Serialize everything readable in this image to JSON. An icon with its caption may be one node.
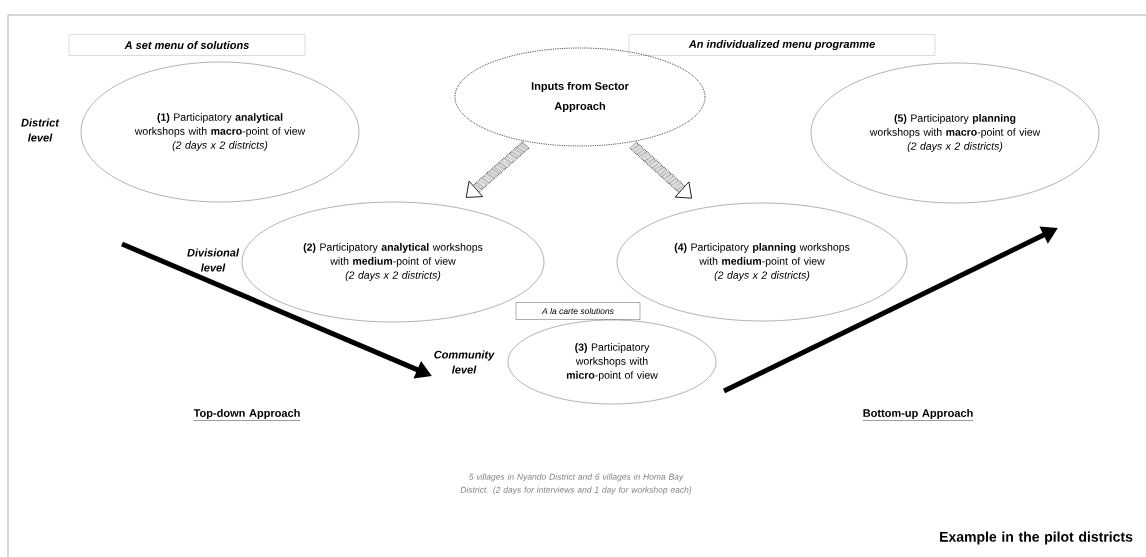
{
  "diagram": {
    "nodes": [
      {
        "text": [
          "A set menu of solutions"
        ]
      },
      {
        "text": [
          "An individualized menu programme"
        ]
      },
      {
        "text": [
          "Inputs from Sector Approach"
        ]
      },
      {
        "text": [
          "**(1)** Participatory **analytical** workshops with **macro**-point of view",
          "(2 days x 2 districts)"
        ]
      },
      {
        "text": [
          "**(5)** Participatory **planning** workshops with **macro**-point of view",
          "(2 days x 2 districts)"
        ]
      },
      {
        "text": [
          "**(2)** Participatory **analytical** workshops with **medium**-point of view",
          "(2 days x 2 districts)"
        ]
      },
      {
        "text": [
          "**(4)** Participatory **planning** workshops with **medium**-point of view",
          "(2 days x 2 districts)"
        ]
      },
      {
        "text": [
          "A la carte solutions"
        ]
      },
      {
        "text": [
          "**(3)** Participatory workshops with **micro**-point of view"
        ]
      }
    ],
    "edges": [
      {
        "from": 2,
        "to": 5,
        "arrow": "to",
        "style": "dashed"
      },
      {
        "from": 2,
        "to": 6,
        "arrow": "to",
        "style": "dashed"
      }
    ],
    "labels": [
      "District level",
      "Divisional level",
      "Community level",
      "Top-down Approach",
      "Bottom-up Approach",
      "5 villages in Nyando District and 6 villages in Homa Bay District. (2 days for interviews and 1 day for workshop each)",
      "Example in the pilot districts"
    ]
  }
}
